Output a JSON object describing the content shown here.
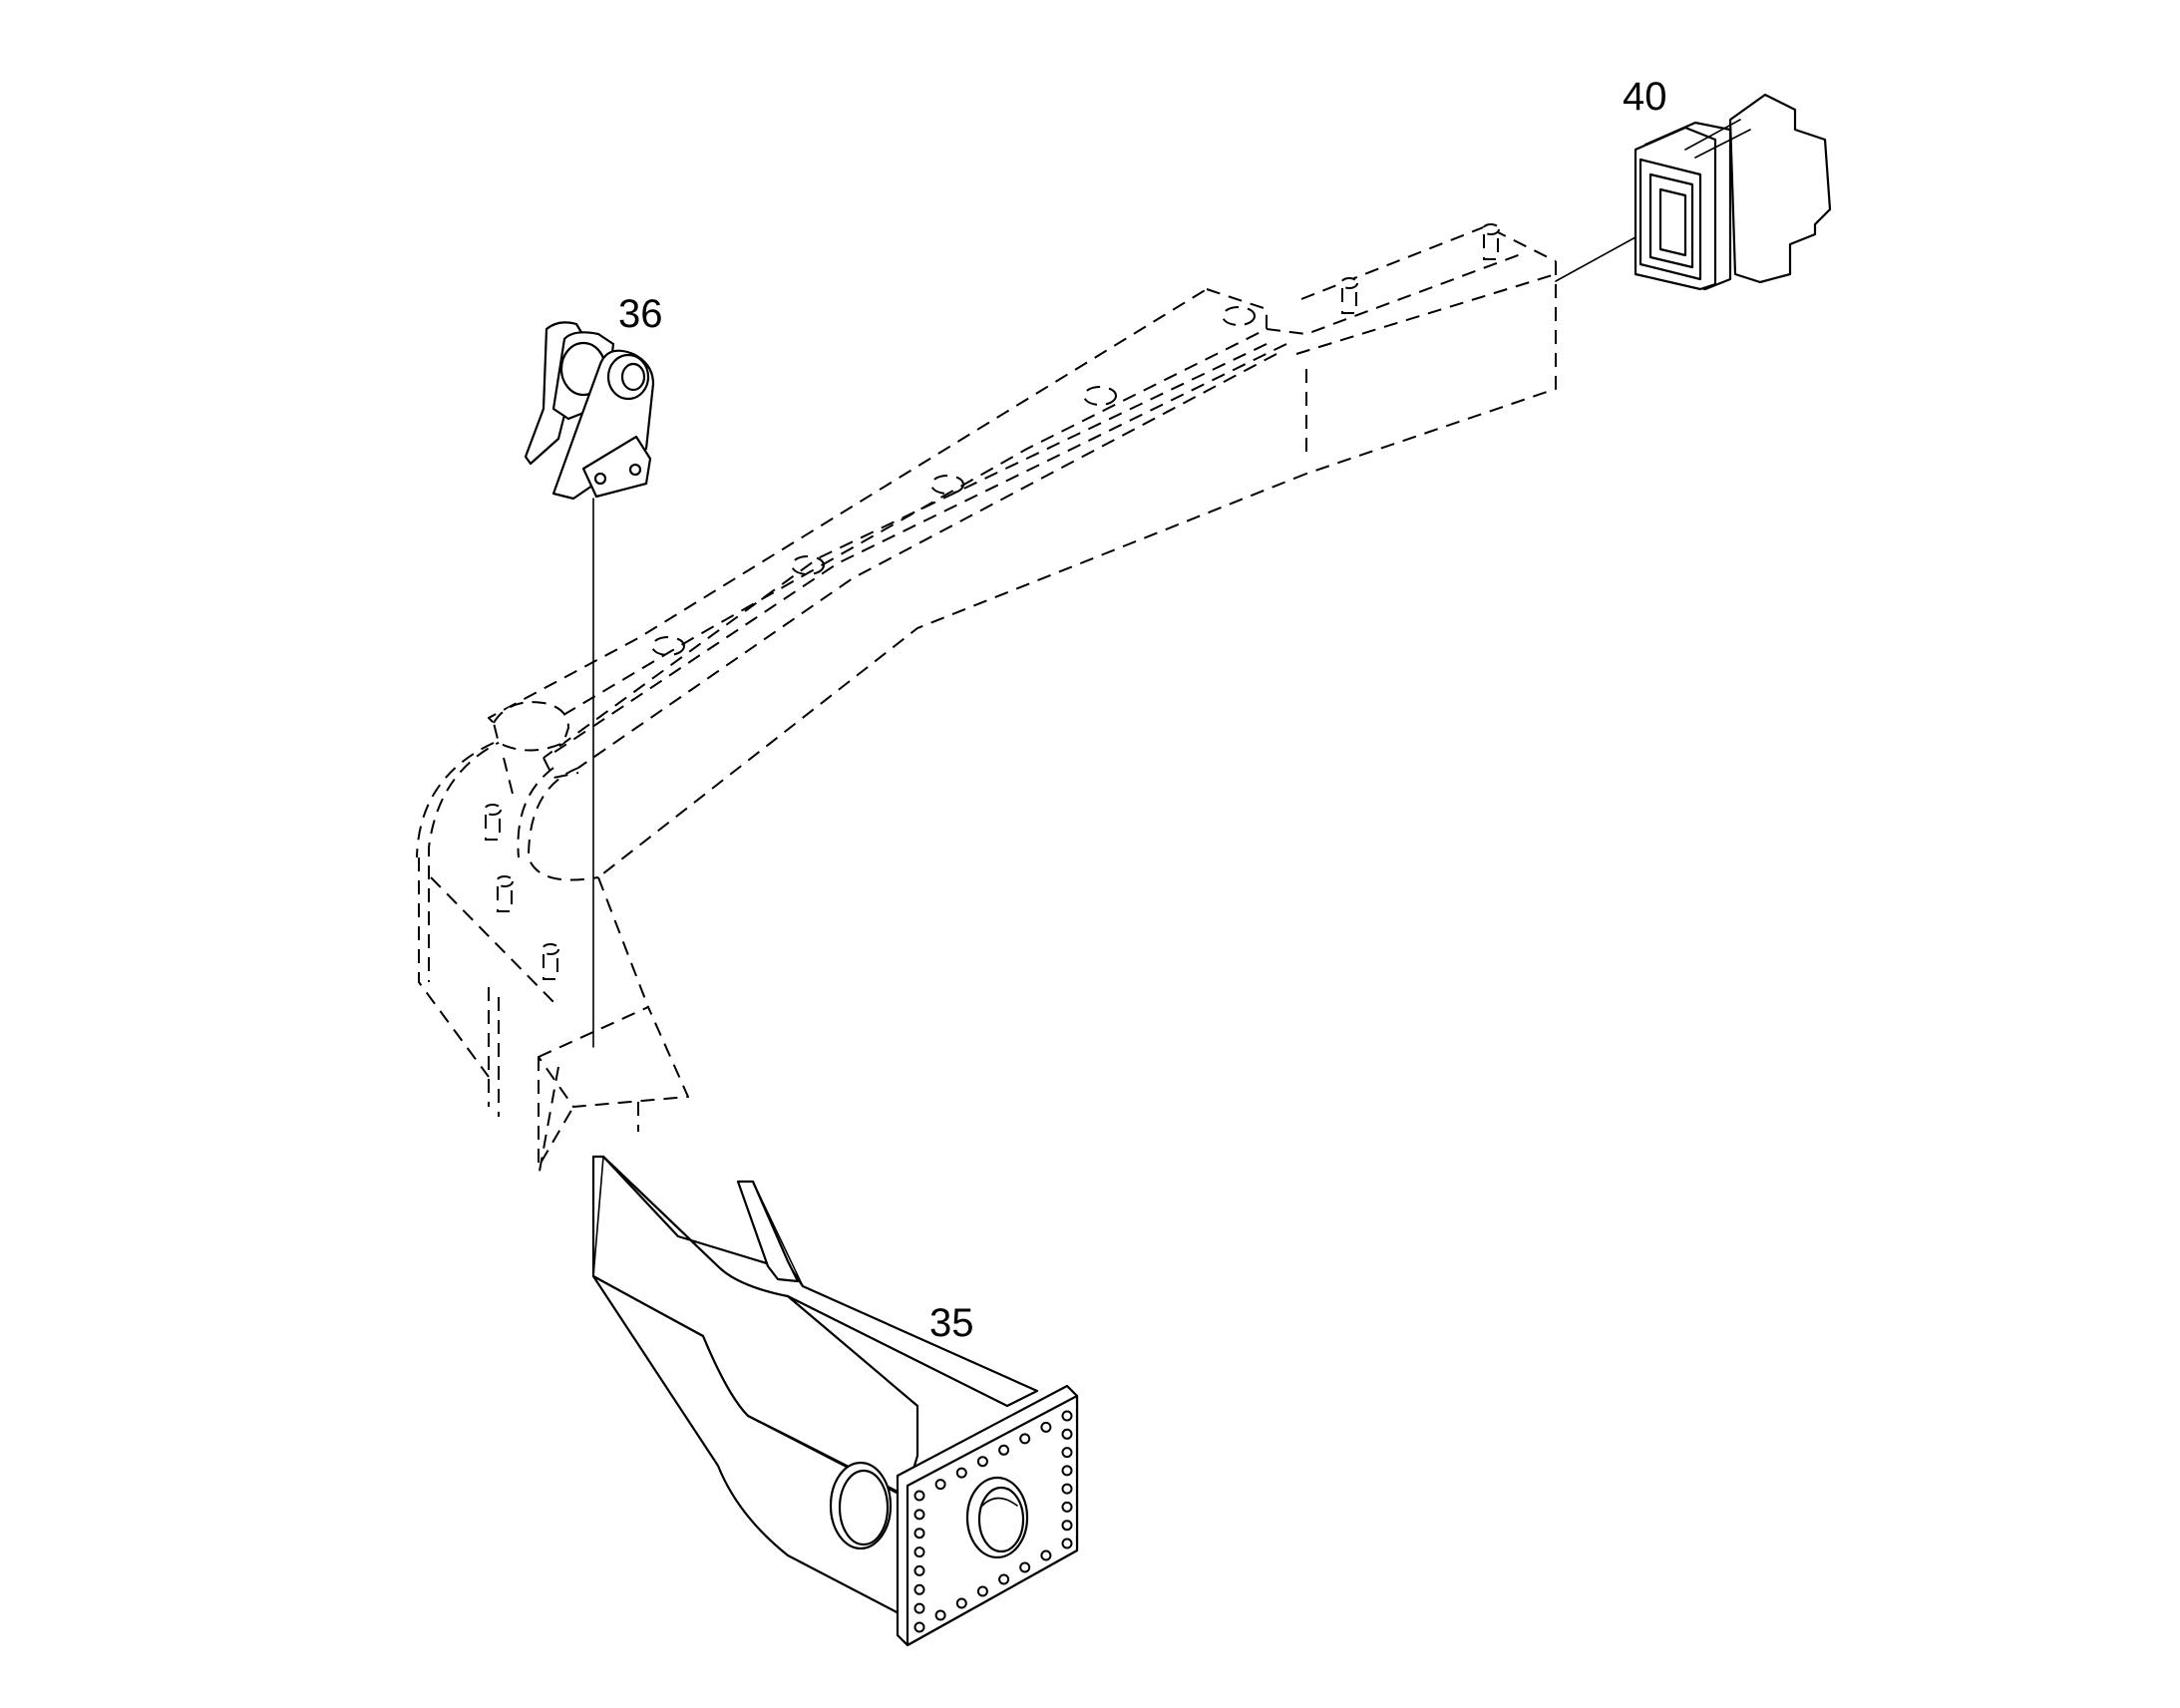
{
  "callouts": {
    "part_35": "35",
    "part_36": "36",
    "part_40": "40"
  },
  "colors": {
    "line": "#000000",
    "background": "#ffffff"
  }
}
